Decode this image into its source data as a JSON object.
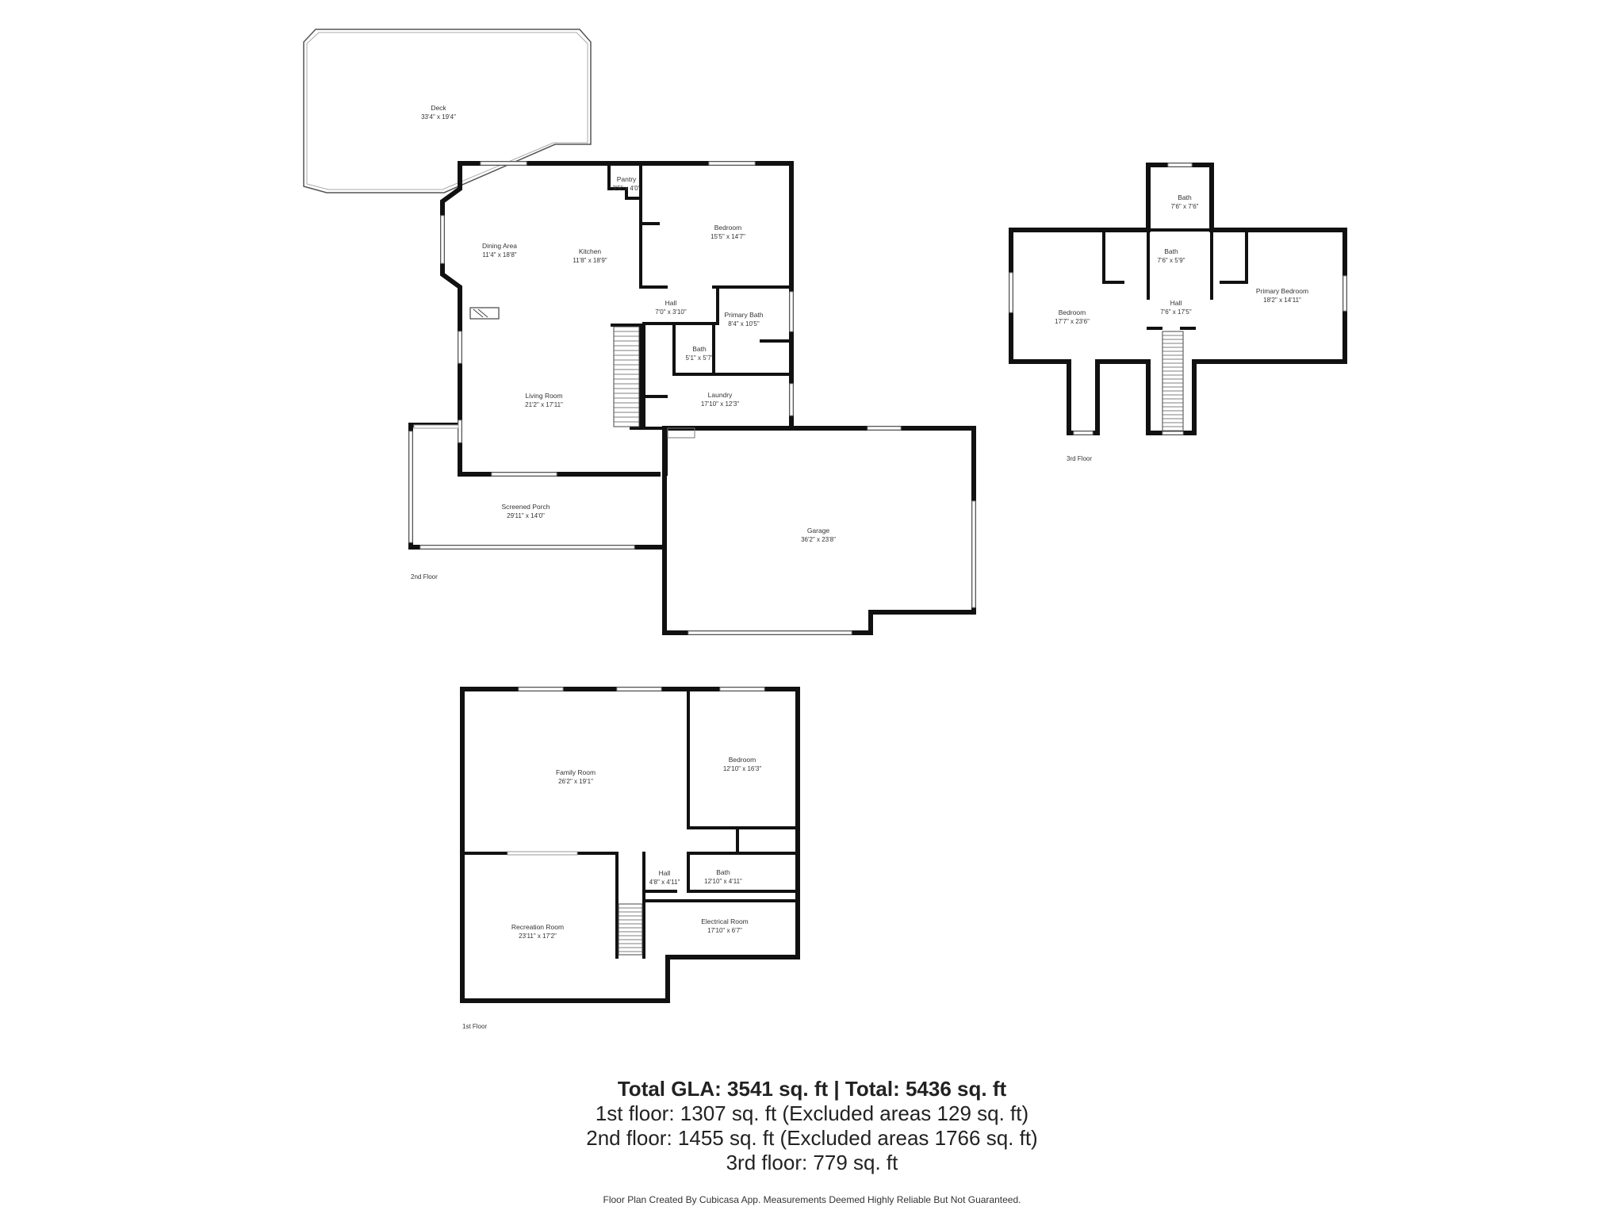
{
  "floors": {
    "second": {
      "label": "2nd Floor",
      "rooms": {
        "deck": {
          "name": "Deck",
          "dims": "33'4\" x 19'4\""
        },
        "pantry": {
          "name": "Pantry",
          "dims": "3'5\" x 4'0\""
        },
        "dining": {
          "name": "Dining Area",
          "dims": "11'4\" x 18'8\""
        },
        "kitchen": {
          "name": "Kitchen",
          "dims": "11'8\" x 18'9\""
        },
        "bedroom": {
          "name": "Bedroom",
          "dims": "15'5\" x 14'7\""
        },
        "hall": {
          "name": "Hall",
          "dims": "7'0\" x 3'10\""
        },
        "primary_bath": {
          "name": "Primary Bath",
          "dims": "8'4\" x 10'5\""
        },
        "bath": {
          "name": "Bath",
          "dims": "5'1\" x 5'7\""
        },
        "living": {
          "name": "Living Room",
          "dims": "21'2\" x 17'11\""
        },
        "laundry": {
          "name": "Laundry",
          "dims": "17'10\" x 12'3\""
        },
        "porch": {
          "name": "Screened Porch",
          "dims": "29'11\" x 14'0\""
        },
        "garage": {
          "name": "Garage",
          "dims": "36'2\" x 23'8\""
        }
      }
    },
    "third": {
      "label": "3rd Floor",
      "rooms": {
        "bath_top": {
          "name": "Bath",
          "dims": "7'6\" x 7'6\""
        },
        "bath_mid": {
          "name": "Bath",
          "dims": "7'6\" x 5'9\""
        },
        "bedroom": {
          "name": "Bedroom",
          "dims": "17'7\" x 23'6\""
        },
        "hall": {
          "name": "Hall",
          "dims": "7'6\" x 17'5\""
        },
        "primary": {
          "name": "Primary Bedroom",
          "dims": "18'2\" x 14'11\""
        }
      }
    },
    "first": {
      "label": "1st Floor",
      "rooms": {
        "family": {
          "name": "Family Room",
          "dims": "26'2\" x 19'1\""
        },
        "bedroom": {
          "name": "Bedroom",
          "dims": "12'10\" x 16'3\""
        },
        "hall": {
          "name": "Hall",
          "dims": "4'8\" x 4'11\""
        },
        "bath": {
          "name": "Bath",
          "dims": "12'10\" x 4'11\""
        },
        "recreation": {
          "name": "Recreation Room",
          "dims": "23'11\" x 17'2\""
        },
        "electrical": {
          "name": "Electrical Room",
          "dims": "17'10\" x 6'7\""
        }
      }
    }
  },
  "summary": {
    "total": "Total GLA: 3541 sq. ft | Total: 5436 sq. ft",
    "first": "1st floor: 1307 sq. ft (Excluded areas 129 sq. ft)",
    "second": "2nd floor: 1455 sq. ft (Excluded areas 1766 sq. ft)",
    "third": "3rd floor: 779 sq. ft"
  },
  "disclaimer": "Floor Plan Created By Cubicasa App. Measurements Deemed Highly Reliable But Not Guaranteed."
}
